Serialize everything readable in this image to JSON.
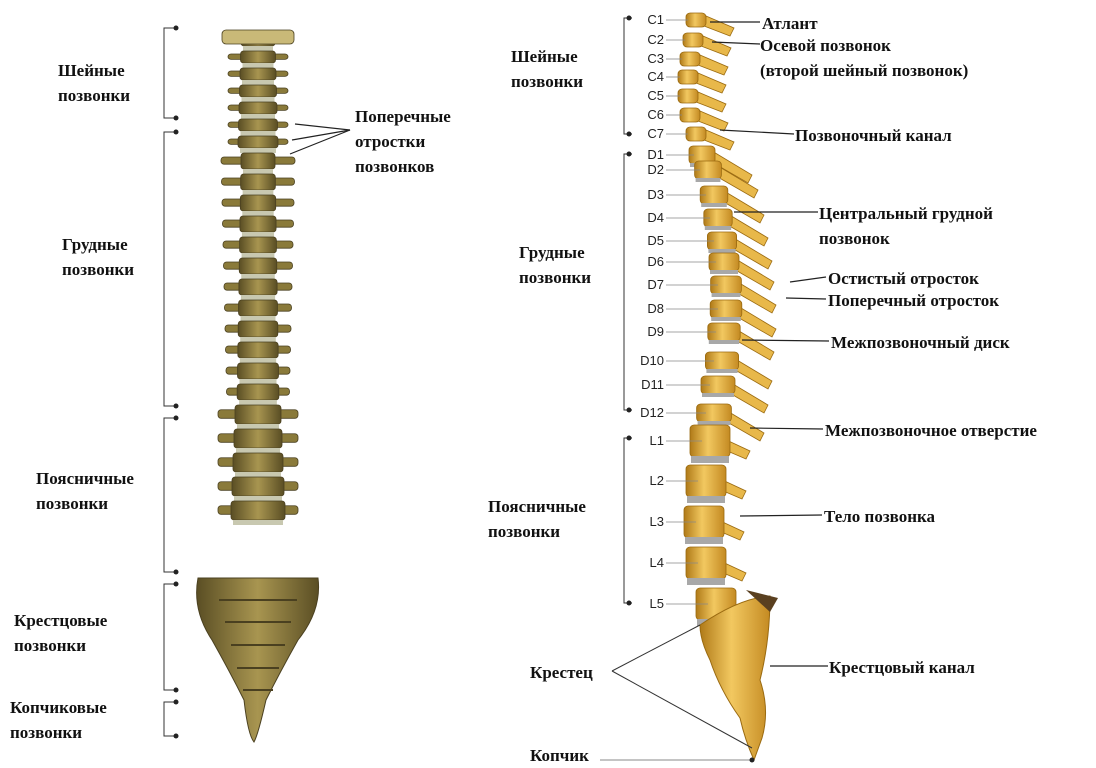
{
  "front_view": {
    "region_labels": [
      {
        "id": "cervical",
        "lines": [
          "Шейные",
          "позвонки"
        ]
      },
      {
        "id": "thoracic",
        "lines": [
          "Грудные",
          "позвонки"
        ]
      },
      {
        "id": "lumbar",
        "lines": [
          "Поясничные",
          "позвонки"
        ]
      },
      {
        "id": "sacral",
        "lines": [
          "Крестцовые",
          "позвонки"
        ]
      },
      {
        "id": "coccygeal",
        "lines": [
          "Копчиковые",
          "позвонки"
        ]
      }
    ],
    "transverse_label": [
      "Поперечные",
      "отростки",
      "позвонков"
    ]
  },
  "side_view": {
    "region_labels": [
      {
        "id": "cervical",
        "lines": [
          "Шейные",
          "позвонки"
        ]
      },
      {
        "id": "thoracic",
        "lines": [
          "Грудные",
          "позвонки"
        ]
      },
      {
        "id": "lumbar",
        "lines": [
          "Поясничные",
          "позвонки"
        ]
      }
    ],
    "vertebrae": [
      "C1",
      "C2",
      "C3",
      "C4",
      "C5",
      "C6",
      "C7",
      "D1",
      "D2",
      "D3",
      "D4",
      "D5",
      "D6",
      "D7",
      "D8",
      "D9",
      "D10",
      "D11",
      "D12",
      "L1",
      "L2",
      "L3",
      "L4",
      "L5"
    ],
    "callouts": {
      "atlas": "Атлант",
      "axis_line1": "Осевой позвонок",
      "axis_line2": "(второй шейный позвонок)",
      "canal": "Позвоночный канал",
      "central_line1": "Центральный грудной",
      "central_line2": "позвонок",
      "spinous": "Остистый отросток",
      "transverse": "Поперечный отросток",
      "disc": "Межпозвоночный диск",
      "foramen": "Межпозвоночное отверстие",
      "body": "Тело позвонка",
      "sacral_canal": "Крестцовый канал"
    },
    "sacrum": "Крестец",
    "coccyx": "Копчик"
  },
  "colors": {
    "front_bone": "#8a7a3a",
    "front_bone_dark": "#4a4020",
    "front_disc": "#c8c8b0",
    "side_bone": "#e8b84a",
    "side_bone_dark": "#9a6a10",
    "side_disc": "#a8a8a8",
    "ink": "#111111"
  }
}
